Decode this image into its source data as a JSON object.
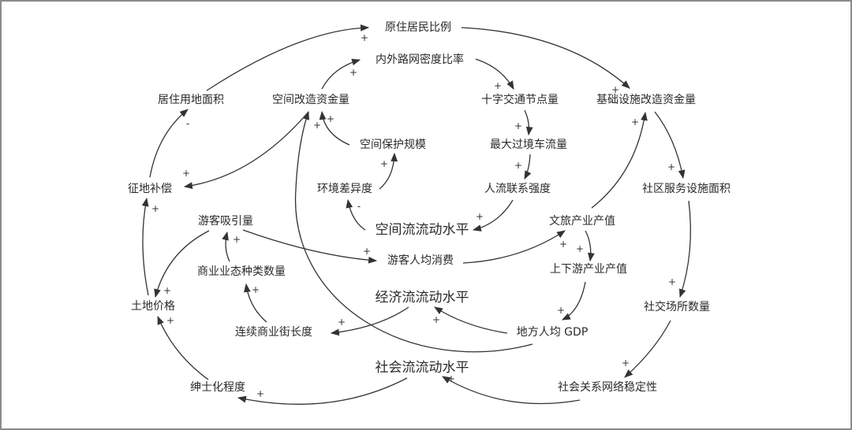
{
  "nodes": {
    "n1": "原住居民比例",
    "n2": "内外路网密度比率",
    "n3": "居住用地面积",
    "n4": "空间改造资金量",
    "n5": "十字交通节点量",
    "n6": "基础设施改造资金量",
    "n7": "空间保护规模",
    "n8": "最大过境车流量",
    "n9": "征地补偿",
    "n10": "环境差异度",
    "n11": "人流联系强度",
    "n12": "社区服务设施面积",
    "n13": "游客吸引量",
    "n14": "空间流流动水平",
    "n15": "文旅产业产值",
    "n16": "游客人均消费",
    "n17": "商业业态种类数量",
    "n18": "上下游产业产值",
    "n19": "经济流流动水平",
    "n20": "土地价格",
    "n21": "社交场所数量",
    "n22": "连续商业街长度",
    "n23": "地方人均 GDP",
    "n24": "社会流流动水平",
    "n25": "绅士化程度",
    "n26": "社会关系网络稳定性"
  },
  "edges": [
    {
      "from": "居住用地面积",
      "to": "原住居民比例",
      "polarity": "+"
    },
    {
      "from": "原住居民比例",
      "to": "基础设施改造资金量",
      "polarity": "+"
    },
    {
      "from": "空间改造资金量",
      "to": "内外路网密度比率",
      "polarity": "+"
    },
    {
      "from": "内外路网密度比率",
      "to": "十字交通节点量",
      "polarity": "+"
    },
    {
      "from": "十字交通节点量",
      "to": "最大过境车流量",
      "polarity": "+"
    },
    {
      "from": "最大过境车流量",
      "to": "人流联系强度",
      "polarity": "+"
    },
    {
      "from": "人流联系强度",
      "to": "空间流流动水平",
      "polarity": "+"
    },
    {
      "from": "空间流流动水平",
      "to": "环境差异度",
      "polarity": "-"
    },
    {
      "from": "环境差异度",
      "to": "空间保护规模",
      "polarity": "+"
    },
    {
      "from": "空间保护规模",
      "to": "空间改造资金量",
      "polarity": "+"
    },
    {
      "from": "空间改造资金量",
      "to": "征地补偿",
      "polarity": "+"
    },
    {
      "from": "征地补偿",
      "to": "居住用地面积",
      "polarity": "-"
    },
    {
      "from": "土地价格",
      "to": "征地补偿",
      "polarity": "+"
    },
    {
      "from": "游客吸引量",
      "to": "土地价格",
      "polarity": "+"
    },
    {
      "from": "商业业态种类数量",
      "to": "游客吸引量",
      "polarity": "+"
    },
    {
      "from": "连续商业街长度",
      "to": "商业业态种类数量",
      "polarity": "+"
    },
    {
      "from": "游客吸引量",
      "to": "游客人均消费",
      "polarity": "+"
    },
    {
      "from": "游客人均消费",
      "to": "文旅产业产值",
      "polarity": "+"
    },
    {
      "from": "文旅产业产值",
      "to": "基础设施改造资金量",
      "polarity": "+"
    },
    {
      "from": "文旅产业产值",
      "to": "上下游产业产值",
      "polarity": "+"
    },
    {
      "from": "上下游产业产值",
      "to": "地方人均 GDP",
      "polarity": "+"
    },
    {
      "from": "地方人均 GDP",
      "to": "经济流流动水平",
      "polarity": "+"
    },
    {
      "from": "经济流流动水平",
      "to": "连续商业街长度",
      "polarity": "+"
    },
    {
      "from": "地方人均 GDP",
      "to": "空间改造资金量",
      "polarity": "+"
    },
    {
      "from": "社区服务设施面积",
      "to": "社交场所数量",
      "polarity": "+"
    },
    {
      "from": "社交场所数量",
      "to": "社会关系网络稳定性",
      "polarity": "+"
    },
    {
      "from": "社会关系网络稳定性",
      "to": "社会流流动水平",
      "polarity": "+"
    },
    {
      "from": "社会流流动水平",
      "to": "绅士化程度",
      "polarity": "+"
    },
    {
      "from": "绅士化程度",
      "to": "土地价格",
      "polarity": "+"
    },
    {
      "from": "基础设施改造资金量",
      "to": "社区服务设施面积",
      "polarity": "+"
    }
  ]
}
